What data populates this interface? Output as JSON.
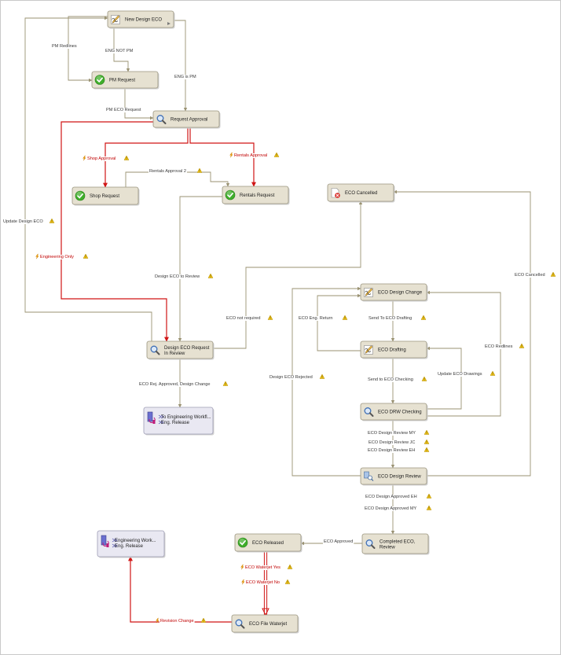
{
  "colors": {
    "node_fill": "#e6e1d1",
    "node_stroke": "#9a957f",
    "ref_fill": "#e9e8f2",
    "ref_stroke": "#9d9cb4",
    "edge": "#9a9272",
    "edge_red": "#d01515",
    "warn": "#f0c419",
    "check": "#3fae2a",
    "lens": "#3f6fb5"
  },
  "nodes": [
    {
      "id": "new_design_eco",
      "label": "New Design ECO",
      "icon": "pen-icon"
    },
    {
      "id": "pm_request",
      "label": "PM Request",
      "icon": "check-icon"
    },
    {
      "id": "request_approval",
      "label": "Request Approval",
      "icon": "magnifier-icon"
    },
    {
      "id": "shop_request",
      "label": "Shop Request",
      "icon": "check-icon"
    },
    {
      "id": "rentals_request",
      "label": "Rentals Request",
      "icon": "check-icon"
    },
    {
      "id": "eco_cancelled",
      "label": "ECO Cancelled",
      "icon": "cancel-doc-icon"
    },
    {
      "id": "eco_design_change",
      "label": "ECO Design Change",
      "icon": "pen-icon"
    },
    {
      "id": "eco_drafting",
      "label": "ECO Drafting",
      "icon": "pen-icon"
    },
    {
      "id": "eco_drw_checking",
      "label": "ECO DRW Checking",
      "icon": "magnifier-icon"
    },
    {
      "id": "design_eco_request_in_review",
      "label": "Design ECO Request",
      "label2": "In Review",
      "icon": "magnifier-icon"
    },
    {
      "id": "eng_workflow_ref_1",
      "label": "To Engineering Workfl...",
      "label2": "Eng. Release",
      "icon": "workflow-ref-icon"
    },
    {
      "id": "eco_design_review",
      "label": "ECO Design Review",
      "icon": "review-icon"
    },
    {
      "id": "eng_workflow_ref_2",
      "label": "Engineering Work...",
      "label2": "Eng. Release",
      "icon": "workflow-ref-icon"
    },
    {
      "id": "eco_released",
      "label": "ECO Released",
      "icon": "check-icon"
    },
    {
      "id": "completed_eco_review",
      "label": "Completed ECO,",
      "label2": "Review",
      "icon": "magnifier-icon"
    },
    {
      "id": "eco_file_waterjet",
      "label": "ECO File Waterjet",
      "icon": "magnifier-icon"
    }
  ],
  "edges": [
    {
      "id": "pm_redlines",
      "label": "PM Redlines",
      "red": false,
      "warn": false
    },
    {
      "id": "eng_not_pm",
      "label": "ENG NOT PM",
      "red": false,
      "warn": false
    },
    {
      "id": "eng_is_pm",
      "label": "ENG is PM",
      "red": false,
      "warn": false
    },
    {
      "id": "pm_eco_request",
      "label": "PM ECO Request",
      "red": false,
      "warn": false
    },
    {
      "id": "shop_approval",
      "label": "Shop Approval",
      "red": true,
      "warn": true
    },
    {
      "id": "rentals_approval",
      "label": "Rentals Approval",
      "red": true,
      "warn": true
    },
    {
      "id": "rentals_approval_2",
      "label": "Rentals Approval 2",
      "red": false,
      "warn": true
    },
    {
      "id": "update_design_eco",
      "label": "Update Design ECO",
      "red": false,
      "warn": true
    },
    {
      "id": "engineering_only",
      "label": "Engineering Only",
      "red": true,
      "warn": true
    },
    {
      "id": "design_eco_to_review",
      "label": "Design ECO to Review",
      "red": false,
      "warn": true
    },
    {
      "id": "eco_not_required",
      "label": "ECO not required",
      "red": false,
      "warn": true
    },
    {
      "id": "eco_cancelled_edge",
      "label": "ECO Cancelled",
      "red": false,
      "warn": true
    },
    {
      "id": "eco_eng_return",
      "label": "ECO Eng. Return",
      "red": false,
      "warn": true
    },
    {
      "id": "send_to_eco_drafting",
      "label": "Send To ECO Drafting",
      "red": false,
      "warn": true
    },
    {
      "id": "eco_redlines",
      "label": "ECO Redlines",
      "red": false,
      "warn": true
    },
    {
      "id": "design_eco_rejected",
      "label": "Design ECO Rejected",
      "red": false,
      "warn": true
    },
    {
      "id": "update_eco_drawings",
      "label": "Update ECO Drawings",
      "red": false,
      "warn": true
    },
    {
      "id": "send_to_eco_checking",
      "label": "Send to ECO Checking",
      "red": false,
      "warn": true
    },
    {
      "id": "eco_rej_approved",
      "label": "ECO Rej. Approved, Design Change",
      "red": false,
      "warn": true
    },
    {
      "id": "eco_design_review_my",
      "label": "ECO Design Review MY",
      "red": false,
      "warn": true
    },
    {
      "id": "eco_design_review_jc",
      "label": "ECO Design Review JC",
      "red": false,
      "warn": true
    },
    {
      "id": "eco_design_review_eh",
      "label": "ECO Design Review EH",
      "red": false,
      "warn": true
    },
    {
      "id": "eco_design_approved_eh",
      "label": "ECO Design Approved EH",
      "red": false,
      "warn": true
    },
    {
      "id": "eco_design_approved_my",
      "label": "ECO Design Approved MY",
      "red": false,
      "warn": true
    },
    {
      "id": "eco_approved",
      "label": "ECO Approved",
      "red": false,
      "warn": false
    },
    {
      "id": "eco_waterjet_yes",
      "label": "ECO Waterjet Yes",
      "red": true,
      "warn": true
    },
    {
      "id": "eco_waterjet_no",
      "label": "ECO Waterjet No",
      "red": true,
      "warn": true
    },
    {
      "id": "revision_change",
      "label": "Revision Change",
      "red": true,
      "warn": true
    }
  ]
}
